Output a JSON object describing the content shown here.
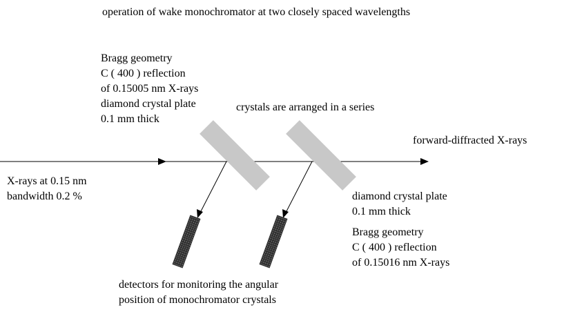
{
  "title": "operation of wake monochromator at two closely spaced wavelengths",
  "crystal1_labels": [
    "Bragg geometry",
    "C ( 400 ) reflection",
    "of 0.15005 nm X-rays",
    "diamond crystal plate",
    "0.1 mm thick"
  ],
  "series_label": "crystals are arranged in a series",
  "output_label": "forward-diffracted X-rays",
  "input_labels": [
    "X-rays at 0.15 nm",
    "bandwidth 0.2 %"
  ],
  "crystal2_labels": [
    "diamond crystal plate",
    "0.1 mm thick",
    "Bragg geometry",
    "C ( 400 ) reflection",
    "of 0.15016 nm X-rays"
  ],
  "detector_labels": [
    "detectors for monitoring the angular",
    "position of monochromator crystals"
  ],
  "colors": {
    "crystal": "#c8c8c8",
    "detector": "#3a3a3a",
    "beam": "#000000"
  }
}
